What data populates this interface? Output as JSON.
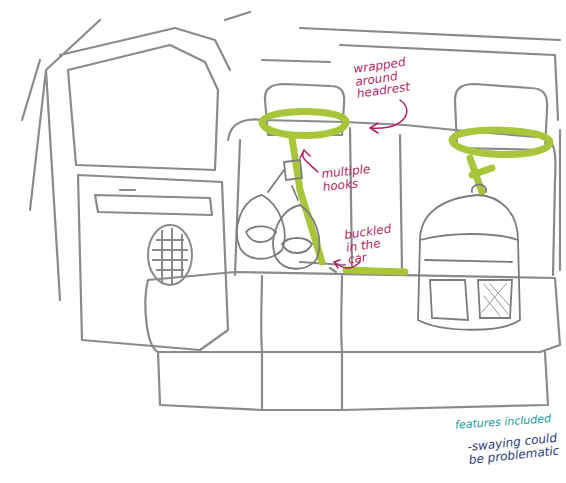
{
  "diagram": {
    "labels": [
      "wrapped around headrest",
      "multiple hooks",
      "buckled in the car",
      "features included",
      "-swaying could be problematic"
    ]
  }
}
